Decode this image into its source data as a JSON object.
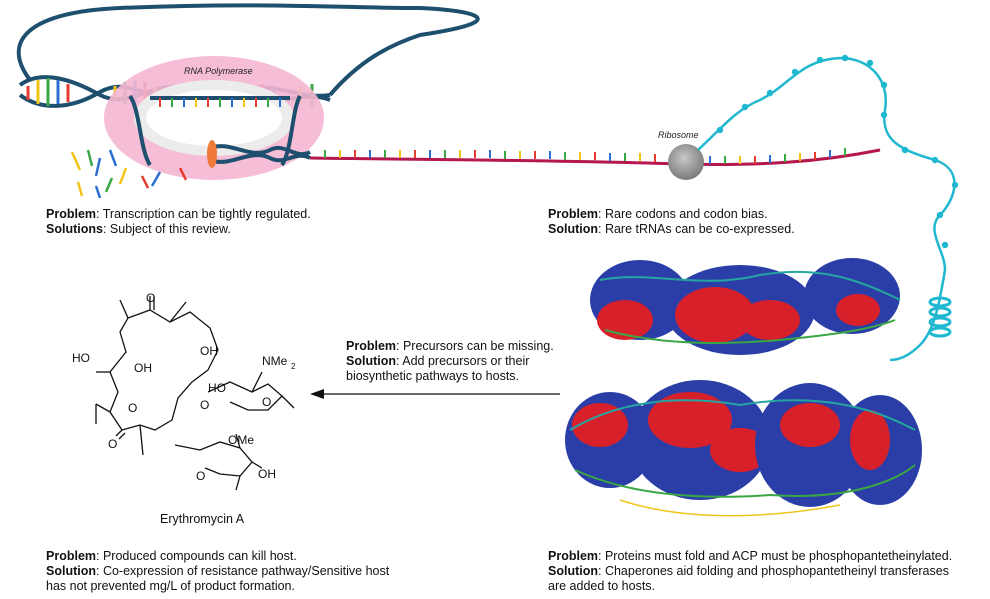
{
  "labels": {
    "rna_polymerase": "RNA Polymerase",
    "ribosome": "Ribosome",
    "molecule_name": "Erythromycin A"
  },
  "chem": {
    "O_top": "O",
    "HO_left": "HO",
    "OH_left": "OH",
    "OH_right": "OH",
    "NMe2": "NMe",
    "NMe2_sub": "2",
    "HO_sugar": "HO",
    "O_sugar1": "O",
    "O_link1": "O",
    "O_ring": "O",
    "O_lactone": "O",
    "OMe": "OMe",
    "OH_sugar2": "OH",
    "O_sugar2": "O"
  },
  "captions": {
    "transcription": {
      "problem_label": "Problem",
      "problem_text": ": Transcription can be tightly regulated.",
      "solution_label": "Solutions",
      "solution_text": ": Subject of this review."
    },
    "codon": {
      "problem_label": "Problem",
      "problem_text": ": Rare codons and codon bias.",
      "solution_label": "Solution",
      "solution_text": ": Rare tRNAs can be co-expressed."
    },
    "precursor": {
      "problem_label": "Problem",
      "problem_text": ": Precursors can be missing.",
      "solution_label": "Solution",
      "solution_text": ": Add precursors or their",
      "solution_text2": "biosynthetic pathways to hosts."
    },
    "toxicity": {
      "problem_label": "Problem",
      "problem_text": ": Produced compounds can kill host.",
      "solution_label": "Solution",
      "solution_text": ": Co-expression of resistance pathway/Sensitive host",
      "solution_text2": "has not prevented mg/L of product formation."
    },
    "folding": {
      "problem_label": "Problem",
      "problem_text": ": Proteins must fold and ACP must be phosphopantetheinylated.",
      "solution_label": "Solution",
      "solution_text": ": Chaperones aid folding and phosphopantetheinyl transferases",
      "solution_text2": "are added to hosts."
    }
  },
  "colors": {
    "dna_backbone": "#1f4f6e",
    "polymerase_pink": "#f4b6d2",
    "mrna": "#b5174f",
    "peptide": "#20b8d0",
    "ribosome": "#9a9a9a",
    "helix_blue": "#2b3ea8",
    "sheet_red": "#d8202a",
    "loop_teal": "#25a5a0"
  }
}
